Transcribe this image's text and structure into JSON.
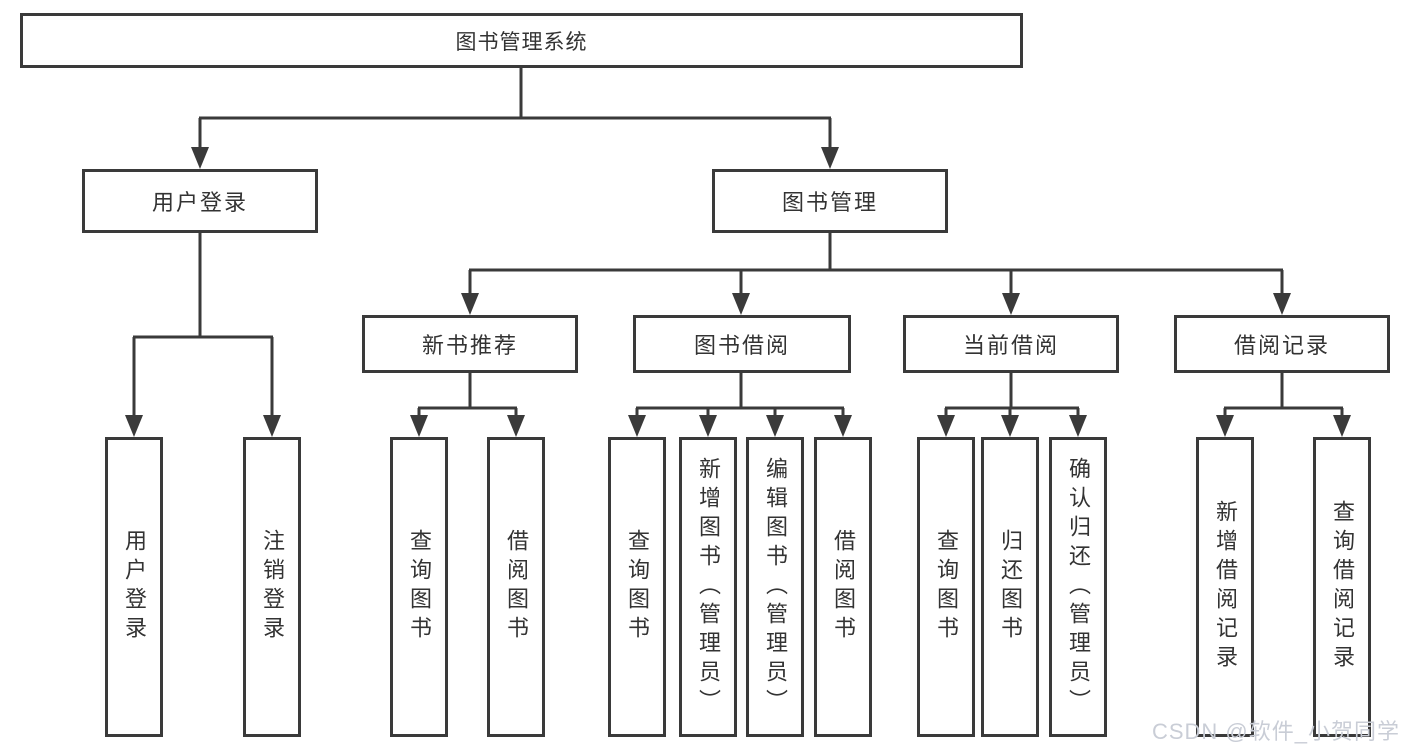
{
  "tree": {
    "root": {
      "label": "图书管理系统"
    },
    "branches": [
      {
        "label": "用户登录",
        "leaves": [
          {
            "label": "用户登录"
          },
          {
            "label": "注销登录"
          }
        ]
      },
      {
        "label": "图书管理",
        "groups": [
          {
            "label": "新书推荐",
            "leaves": [
              {
                "label": "查询图书"
              },
              {
                "label": "借阅图书"
              }
            ]
          },
          {
            "label": "图书借阅",
            "leaves": [
              {
                "label": "查询图书"
              },
              {
                "label": "新增图书（管理员）"
              },
              {
                "label": "编辑图书（管理员）"
              },
              {
                "label": "借阅图书"
              }
            ]
          },
          {
            "label": "当前借阅",
            "leaves": [
              {
                "label": "查询图书"
              },
              {
                "label": "归还图书"
              },
              {
                "label": "确认归还（管理员）"
              }
            ]
          },
          {
            "label": "借阅记录",
            "leaves": [
              {
                "label": "新增借阅记录"
              },
              {
                "label": "查询借阅记录"
              }
            ]
          }
        ]
      }
    ]
  },
  "watermark": {
    "text": "CSDN @软件_小贺同学"
  },
  "colors": {
    "line": "#3a3a3a",
    "text": "#333333",
    "watermark": "#c9cdd6",
    "background": "#ffffff"
  }
}
